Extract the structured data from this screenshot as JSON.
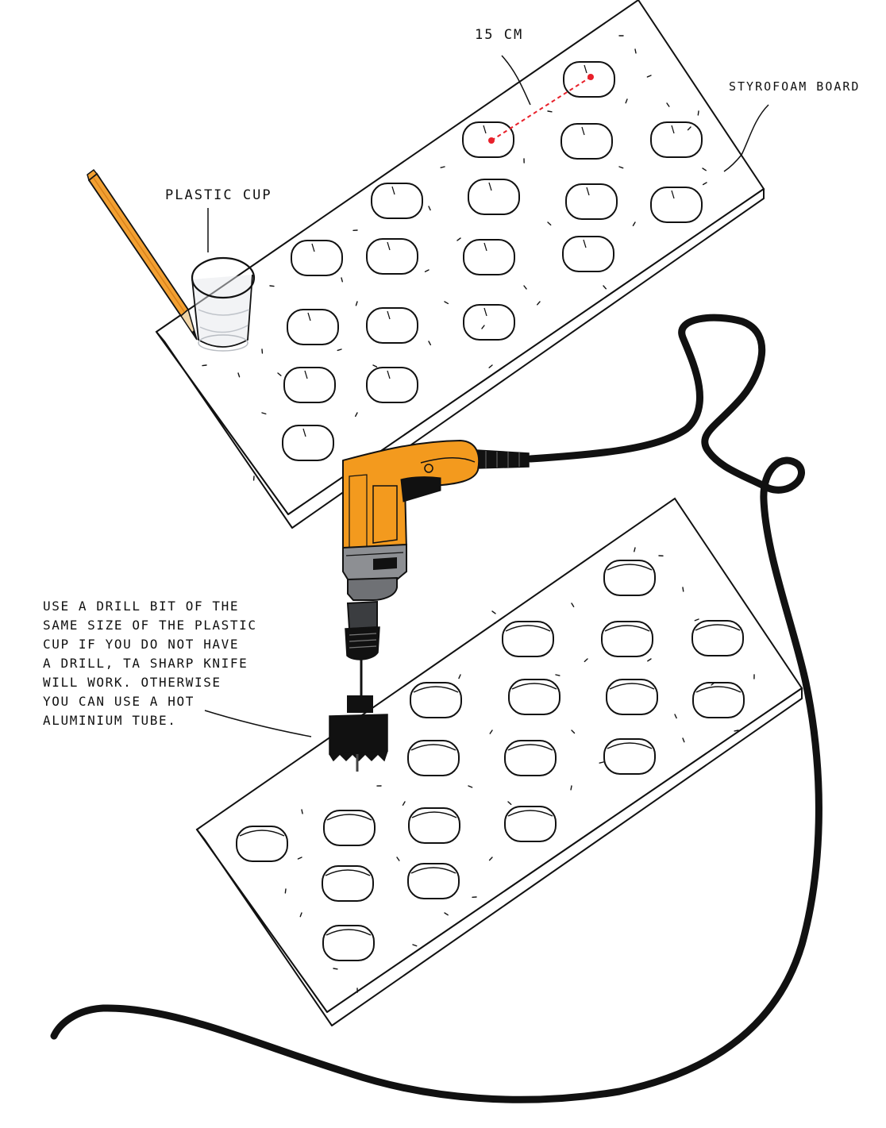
{
  "labels": {
    "distance": "15 CM",
    "board": "STYROFOAM BOARD",
    "cup": "PLASTIC CUP"
  },
  "note_lines": [
    "USE A DRILL BIT OF THE",
    "SAME SIZE OF THE PLASTIC",
    "CUP IF YOU DO NOT HAVE",
    "A DRILL, TA SHARP KNIFE",
    "WILL WORK. OTHERWISE",
    "YOU CAN USE A HOT",
    "ALUMINIUM TUBE."
  ],
  "colors": {
    "drill_body": "#f39a1e",
    "pencil": "#f2a032",
    "measure_line": "#e8202a",
    "ink": "#111111"
  }
}
